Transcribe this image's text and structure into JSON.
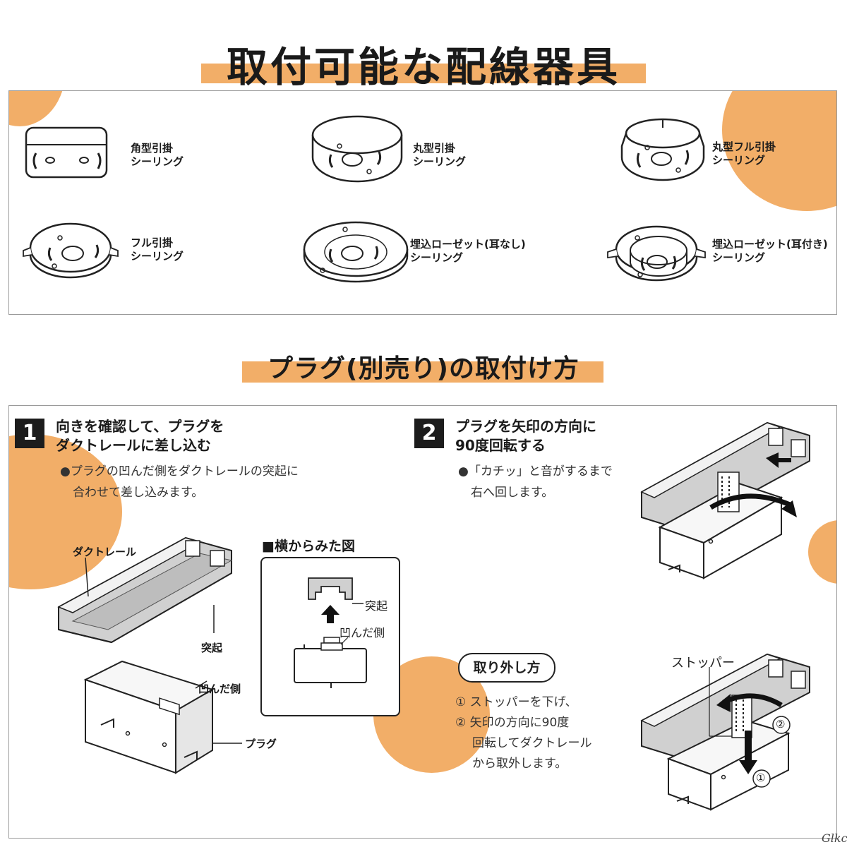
{
  "section1": {
    "title": "取付可能な配線器具",
    "fixtures": [
      {
        "line1": "角型引掛",
        "line2": "シーリング",
        "icon": "square-ceiling-hook-icon"
      },
      {
        "line1": "丸型引掛",
        "line2": "シーリング",
        "icon": "round-ceiling-hook-icon"
      },
      {
        "line1": "丸型フル引掛",
        "line2": "シーリング",
        "icon": "round-full-ceiling-hook-icon"
      },
      {
        "line1": "フル引掛",
        "line2": "シーリング",
        "icon": "full-ceiling-hook-icon"
      },
      {
        "line1": "埋込ローゼット(耳なし)",
        "line2": "シーリング",
        "icon": "embedded-rosette-no-ears-icon"
      },
      {
        "line1": "埋込ローゼット(耳付き)",
        "line2": "シーリング",
        "icon": "embedded-rosette-with-ears-icon"
      }
    ]
  },
  "section2": {
    "title": "プラグ(別売り)の取付け方",
    "step1": {
      "number": "1",
      "title_line1": "向きを確認して、プラグを",
      "title_line2": "ダクトレールに差し込む",
      "desc_line1": "●プラグの凹んだ側をダクトレールの突起に",
      "desc_line2": "合わせて差し込みます。",
      "labels": {
        "duct_rail": "ダクトレール",
        "protrusion": "突起",
        "recessed_side": "凹んだ側",
        "plug": "プラグ"
      }
    },
    "side_view": {
      "title": "■横からみた図",
      "protrusion": "突起",
      "recessed_side": "凹んだ側"
    },
    "step2": {
      "number": "2",
      "title_line1": "プラグを矢印の方向に",
      "title_line2": "90度回転する",
      "desc_line1": "●「カチッ」と音がするまで",
      "desc_line2": "右へ回します。"
    },
    "removal": {
      "title": "取り外し方",
      "line1": "① ストッパーを下げ、",
      "line2": "② 矢印の方向に90度",
      "line3": "回転してダクトレール",
      "line4": "から取外します。",
      "stopper_label": "ストッパー",
      "marker1": "①",
      "marker2": "②"
    }
  },
  "watermark": "Glkc",
  "colors": {
    "accent": "#f2ae68",
    "ink": "#1c1c1c",
    "rail": "#c9c9c9"
  }
}
